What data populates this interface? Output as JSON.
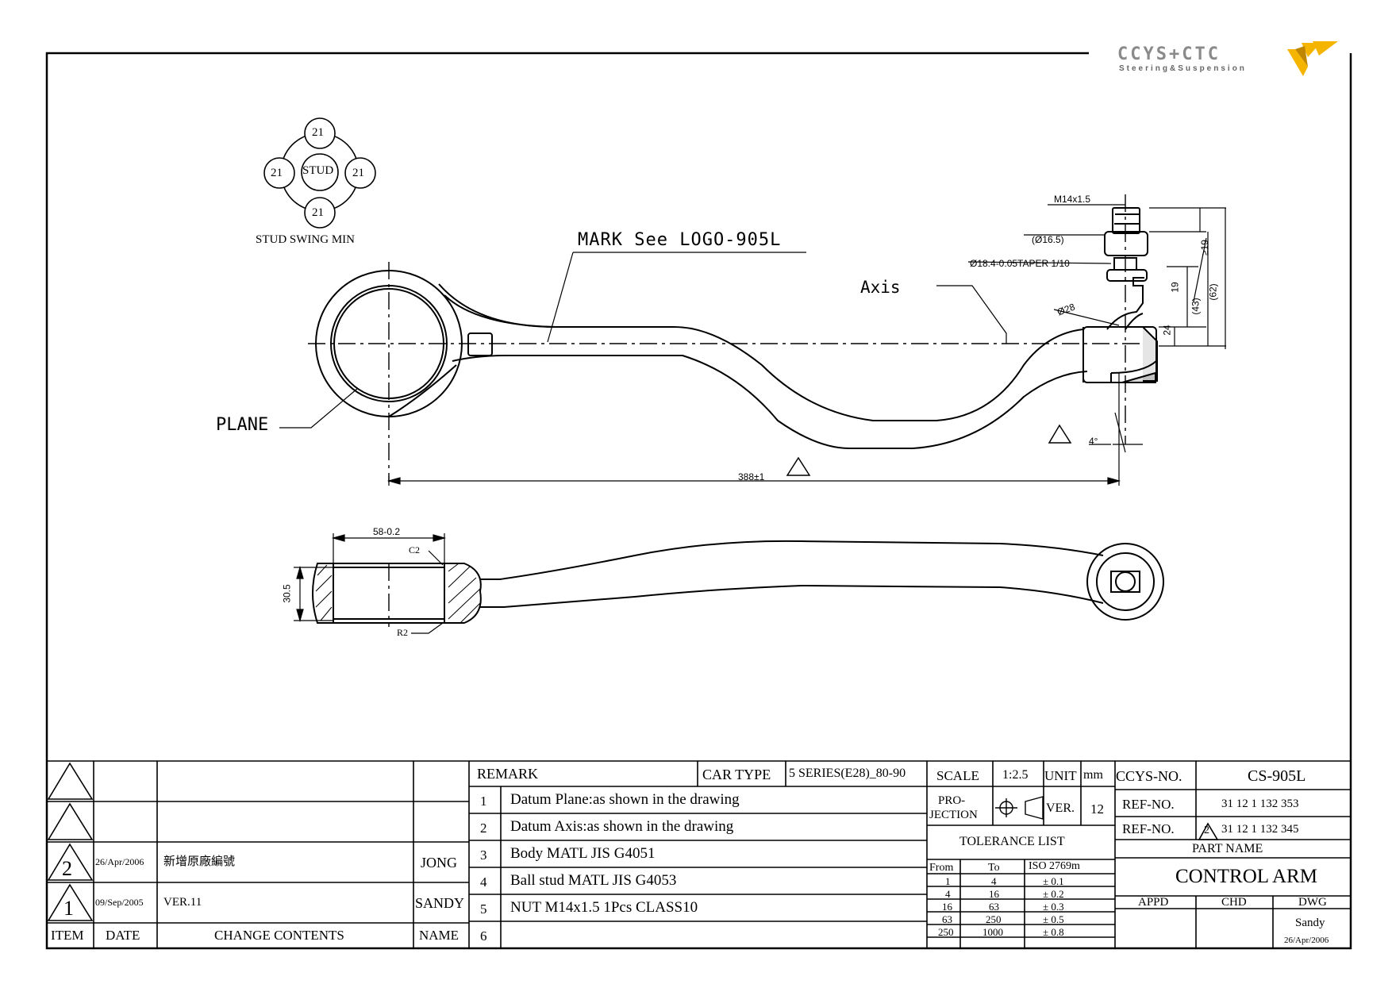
{
  "brand": {
    "logo_text": "CCYS+CTC",
    "tagline": "Steering&Suspension",
    "accent_color": "#f4b400"
  },
  "drawing": {
    "stud_swing": {
      "angles": [
        "21",
        "21",
        "21",
        "21"
      ],
      "center_label": "STUD",
      "caption": "STUD SWING MIN"
    },
    "callouts": {
      "mark": "MARK See LOGO-905L",
      "axis": "Axis",
      "plane": "PLANE"
    },
    "dims": {
      "thread": "M14x1.5",
      "d16": "(Ø16.5)",
      "taper": "Ø18.4-0.05TAPER 1/10",
      "d28": "Ø28",
      "v19a": "≥19",
      "v19b": "19",
      "v24": "24",
      "v43": "(43)",
      "v62": "(62)",
      "angle4": "4°",
      "length": "388±1",
      "width58": "58-0.2",
      "c2": "C2",
      "r2": "R2",
      "h305": "30.5"
    }
  },
  "title_block": {
    "revisions": {
      "rows": [
        {
          "item": "",
          "date": "",
          "contents": "",
          "name": ""
        },
        {
          "item": "",
          "date": "",
          "contents": "",
          "name": ""
        },
        {
          "item": "2",
          "date": "26/Apr/2006",
          "contents": "新增原廠編號",
          "name": "JONG"
        },
        {
          "item": "1",
          "date": "09/Sep/2005",
          "contents": "VER.11",
          "name": "SANDY"
        }
      ],
      "headers": {
        "item": "ITEM",
        "date": "DATE",
        "contents": "CHANGE CONTENTS",
        "name": "NAME"
      }
    },
    "remark": {
      "label": "REMARK",
      "car_type_label": "CAR TYPE",
      "car_type": "5 SERIES(E28)_80-90",
      "items": [
        {
          "no": "1",
          "text": "Datum Plane:as shown in the drawing"
        },
        {
          "no": "2",
          "text": "Datum Axis:as shown in the drawing"
        },
        {
          "no": "3",
          "text": "Body MATL JIS G4051"
        },
        {
          "no": "4",
          "text": "Ball stud MATL JIS G4053"
        },
        {
          "no": "5",
          "text": "NUT M14x1.5 1Pcs CLASS10"
        },
        {
          "no": "6",
          "text": ""
        }
      ]
    },
    "scale_label": "SCALE",
    "scale": "1:2.5",
    "unit_label": "UNIT",
    "unit": "mm",
    "projection_label": "PRO-\nJECTION",
    "projection_line1": "PRO-",
    "projection_line2": "JECTION",
    "ver_label": "VER.",
    "ver": "12",
    "tolerance": {
      "title": "TOLERANCE LIST",
      "headers": [
        "From",
        "To",
        "ISO 2769m"
      ],
      "rows": [
        [
          "1",
          "4",
          "± 0.1"
        ],
        [
          "4",
          "16",
          "± 0.2"
        ],
        [
          "16",
          "63",
          "± 0.3"
        ],
        [
          "63",
          "250",
          "± 0.5"
        ],
        [
          "250",
          "1000",
          "± 0.8"
        ]
      ]
    },
    "ccys_no_label": "CCYS-NO.",
    "ccys_no": "CS-905L",
    "ref_no_label": "REF-NO.",
    "ref_no_1": "31 12 1 132 353",
    "ref_no_2": "31 12 1 132 345",
    "ref_rev_mark": "2",
    "part_name_label": "PART NAME",
    "part_name": "CONTROL ARM",
    "appd_label": "APPD",
    "chd_label": "CHD",
    "dwg_label": "DWG",
    "dwg_by": "Sandy",
    "dwg_date": "26/Apr/2006"
  }
}
